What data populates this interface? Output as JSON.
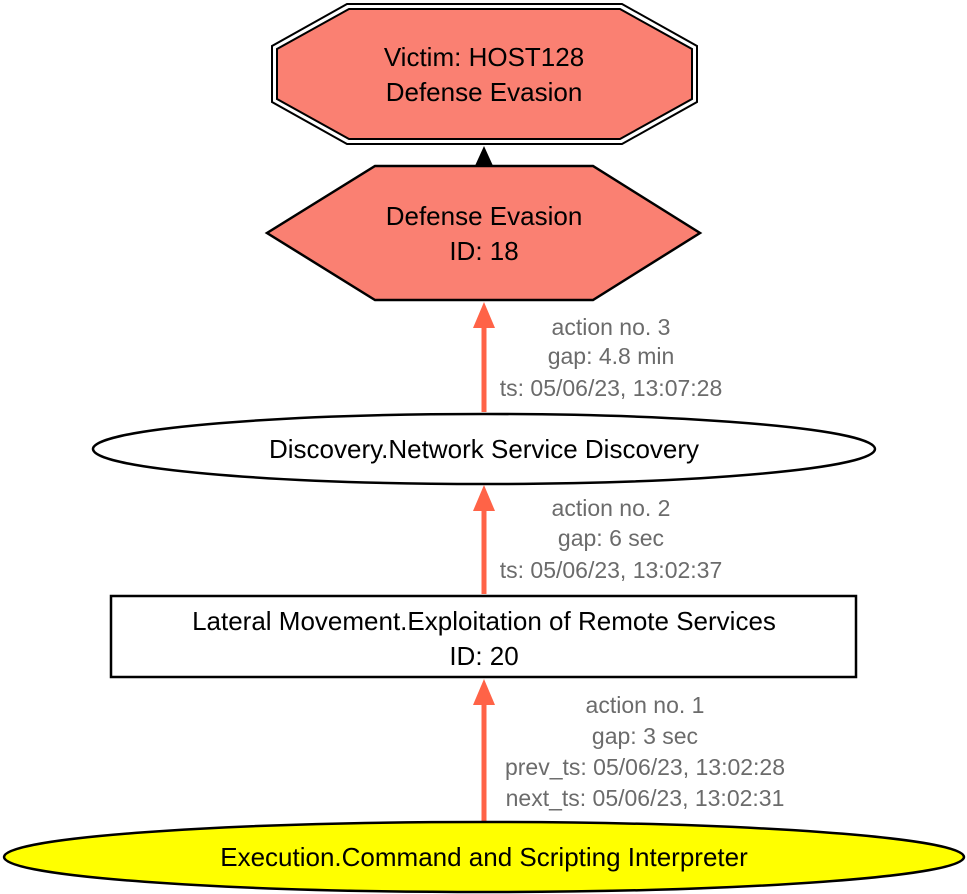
{
  "colors": {
    "salmon": "#fa8072",
    "yellow": "#ffff00",
    "white": "#ffffff",
    "edge": "#ff6347",
    "border": "#000000",
    "edge_label": "#6b6b6b"
  },
  "nodes": {
    "victim": {
      "line1": "Victim: HOST128",
      "line2": "Defense Evasion"
    },
    "defense_evasion": {
      "line1": "Defense Evasion",
      "line2": "ID: 18"
    },
    "discovery": {
      "label": "Discovery.Network Service Discovery"
    },
    "lateral_movement": {
      "line1": "Lateral Movement.Exploitation of Remote Services",
      "line2": "ID: 20"
    },
    "execution": {
      "label": "Execution.Command and Scripting Interpreter"
    }
  },
  "edges": {
    "action3": {
      "line1": "action no. 3",
      "line2": "gap: 4.8 min",
      "line3": "ts: 05/06/23, 13:07:28"
    },
    "action2": {
      "line1": "action no. 2",
      "line2": "gap: 6 sec",
      "line3": "ts: 05/06/23, 13:02:37"
    },
    "action1": {
      "line1": "action no. 1",
      "line2": "gap: 3 sec",
      "line3": "prev_ts: 05/06/23, 13:02:28",
      "line4": "next_ts: 05/06/23, 13:02:31"
    }
  }
}
